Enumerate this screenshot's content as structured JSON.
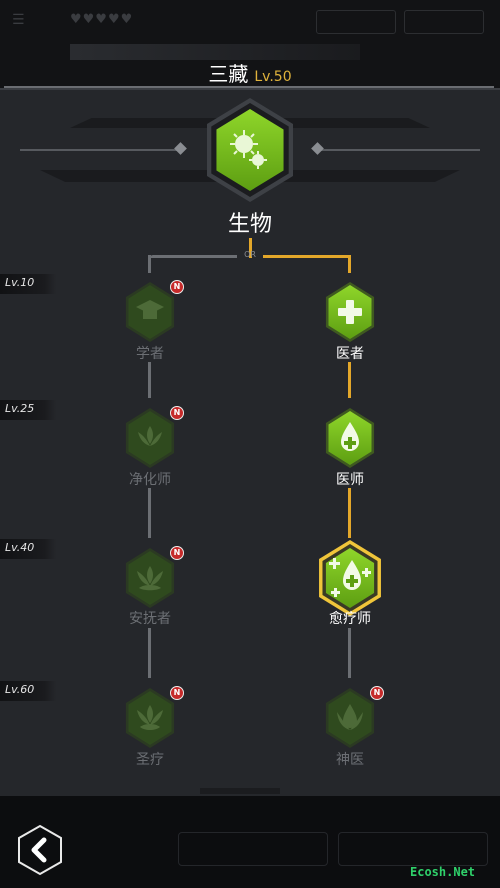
{
  "header": {
    "character_name": "三藏",
    "character_level": "Lv.50"
  },
  "root_class": {
    "name": "生物",
    "icon": "virus-icon"
  },
  "branch_connector": "OR",
  "levels": [
    "Lv.10",
    "Lv.25",
    "Lv.40",
    "Lv.60"
  ],
  "left_branch": [
    {
      "name": "学者",
      "icon": "graduation-cap-icon",
      "badge": "N"
    },
    {
      "name": "净化师",
      "icon": "lotus-icon",
      "badge": "N"
    },
    {
      "name": "安抚者",
      "icon": "lotus-leaves-icon",
      "badge": "N"
    },
    {
      "name": "圣疗",
      "icon": "sacred-lotus-icon",
      "badge": "N"
    }
  ],
  "right_branch": [
    {
      "name": "医者",
      "icon": "plus-icon"
    },
    {
      "name": "医师",
      "icon": "drop-plus-icon"
    },
    {
      "name": "愈疗师",
      "icon": "drops-plus-icon"
    },
    {
      "name": "神医",
      "icon": "flower-drop-icon",
      "badge": "N"
    }
  ],
  "watermark": "Ecosh.Net",
  "colors": {
    "accent_gold": "#e3a72a",
    "active_green": "#7cc51f",
    "locked_green": "#2f4a1e",
    "panel_bg": "#25272b"
  }
}
